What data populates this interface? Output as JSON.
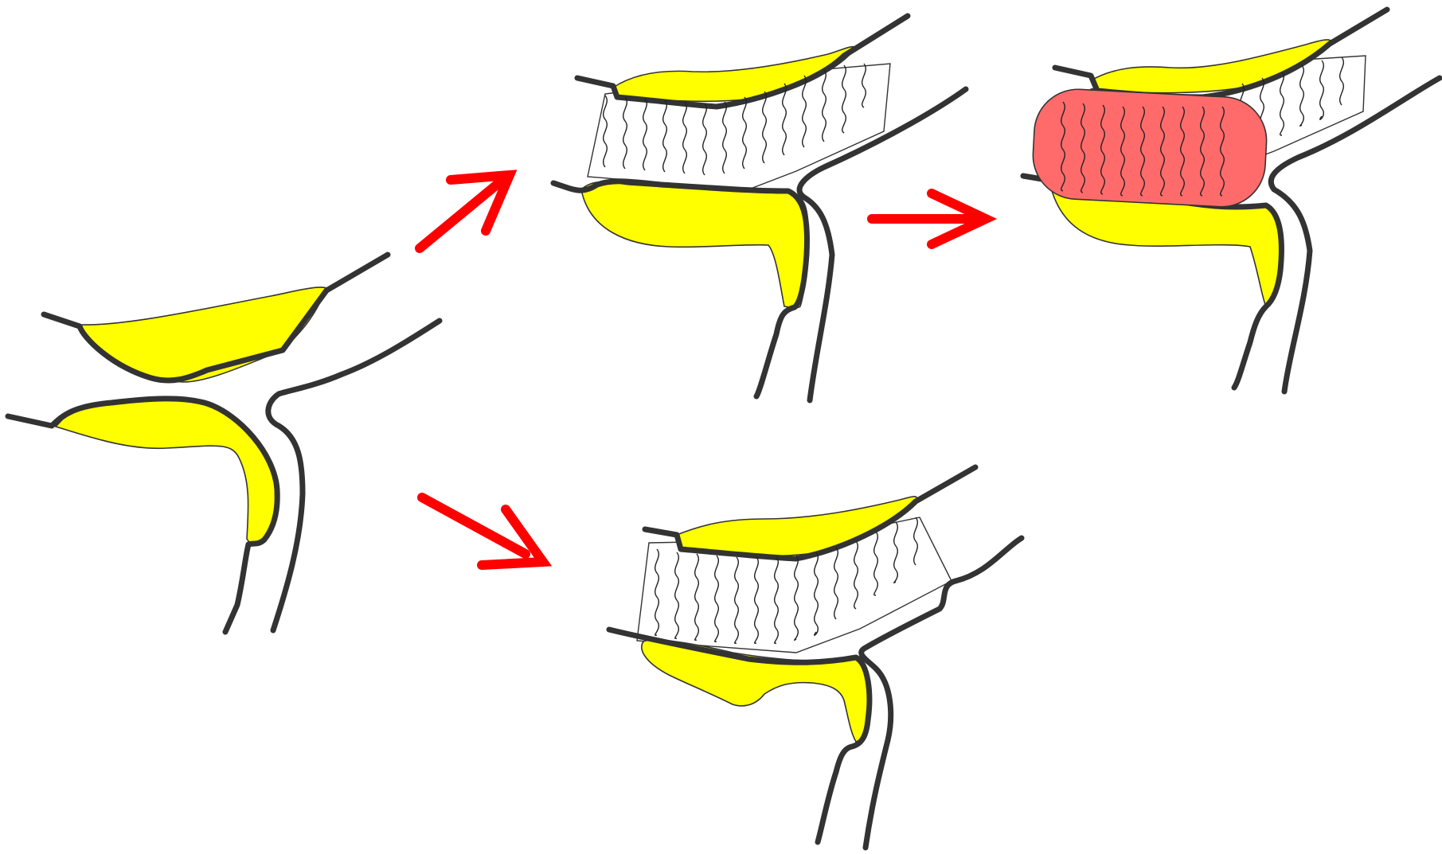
{
  "figure": {
    "panels": [
      "initial-joint-with-gap",
      "joint-with-tissue-filling",
      "joint-with-tissue-and-red-lesion",
      "alternate-tissue-outcome"
    ],
    "colors": {
      "cartilage": "#ffff00",
      "outline": "#333333",
      "lesion": "#ff6b6b",
      "arrow": "#ff0000",
      "background": "#ffffff"
    },
    "arrows": [
      {
        "from": "initial-joint-with-gap",
        "to": "joint-with-tissue-filling"
      },
      {
        "from": "initial-joint-with-gap",
        "to": "alternate-tissue-outcome"
      },
      {
        "from": "joint-with-tissue-filling",
        "to": "joint-with-tissue-and-red-lesion"
      }
    ]
  }
}
